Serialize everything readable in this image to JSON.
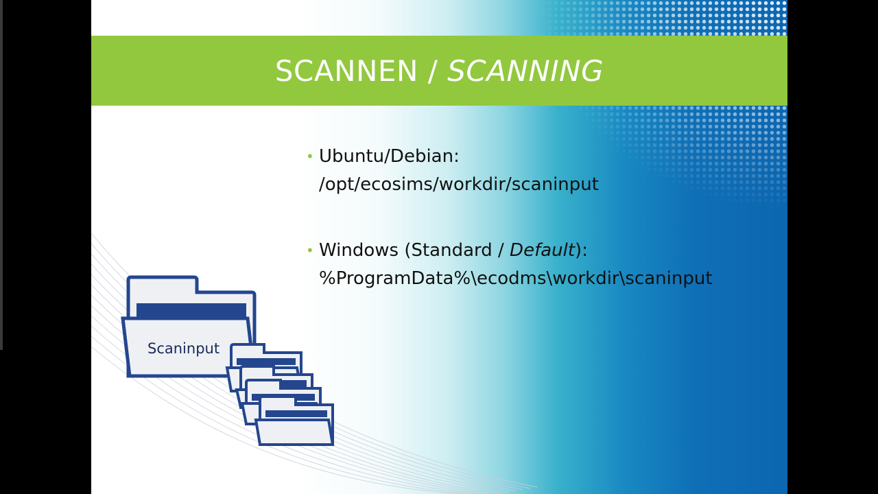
{
  "slide": {
    "title_main": "SCANNEN / ",
    "title_italic": "SCANNING",
    "bullets": [
      {
        "line1": "Ubuntu/Debian:",
        "line2": "/opt/ecosims/workdir/scaninput"
      },
      {
        "line1_prefix": "Windows (Standard / ",
        "line1_italic": "Default",
        "line1_suffix": "):",
        "line2": "%ProgramData%\\ecodms\\workdir\\scaninput"
      }
    ],
    "folder_label": "Scaninput"
  },
  "colors": {
    "title_bar": "#92c83e",
    "bullet": "#8dc63f",
    "folder_stroke": "#24468f",
    "gradient_end": "#0c66b0"
  }
}
